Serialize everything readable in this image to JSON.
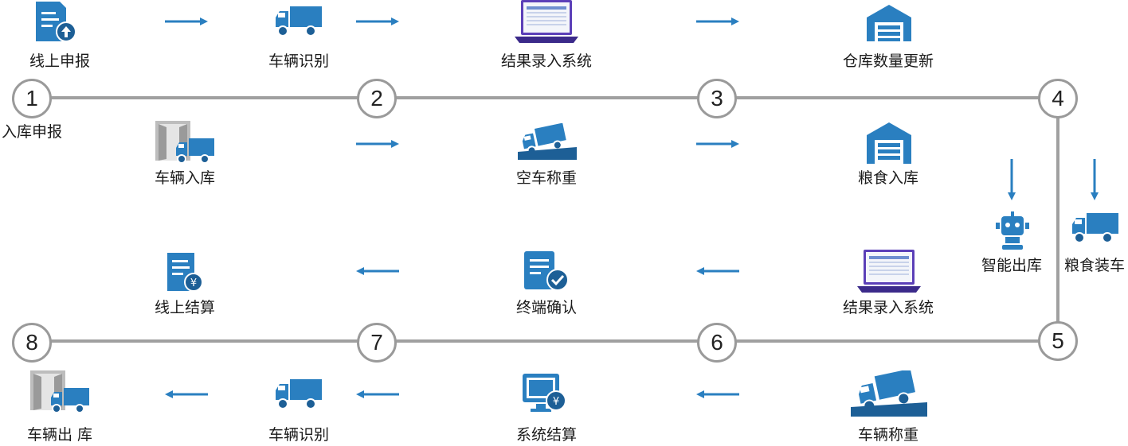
{
  "nodes": [
    "1",
    "2",
    "3",
    "4",
    "5",
    "6",
    "7",
    "8"
  ],
  "start_label": "入库申报",
  "steps_top_row": {
    "online_apply": "线上申报",
    "vehicle_identify": "车辆识别",
    "result_entry": "结果录入系统",
    "warehouse_update": "仓库数量更新"
  },
  "steps_second_row": {
    "vehicle_enter": "车辆入库",
    "empty_weigh": "空车称重",
    "grain_in": "粮食入库"
  },
  "branch": {
    "smart_out": "智能出库",
    "grain_load": "粮食装车"
  },
  "steps_third_row": {
    "online_settle": "线上结算",
    "terminal_confirm": "终端确认",
    "result_entry2": "结果录入系统"
  },
  "steps_bottom_row": {
    "vehicle_exit": "车辆出 库",
    "vehicle_identify2": "车辆识别",
    "system_settle": "系统结算",
    "vehicle_weigh": "车辆称重"
  },
  "colors": {
    "accent": "#2a7fc0",
    "dark": "#1d5f96",
    "track": "#a0a0a0"
  }
}
